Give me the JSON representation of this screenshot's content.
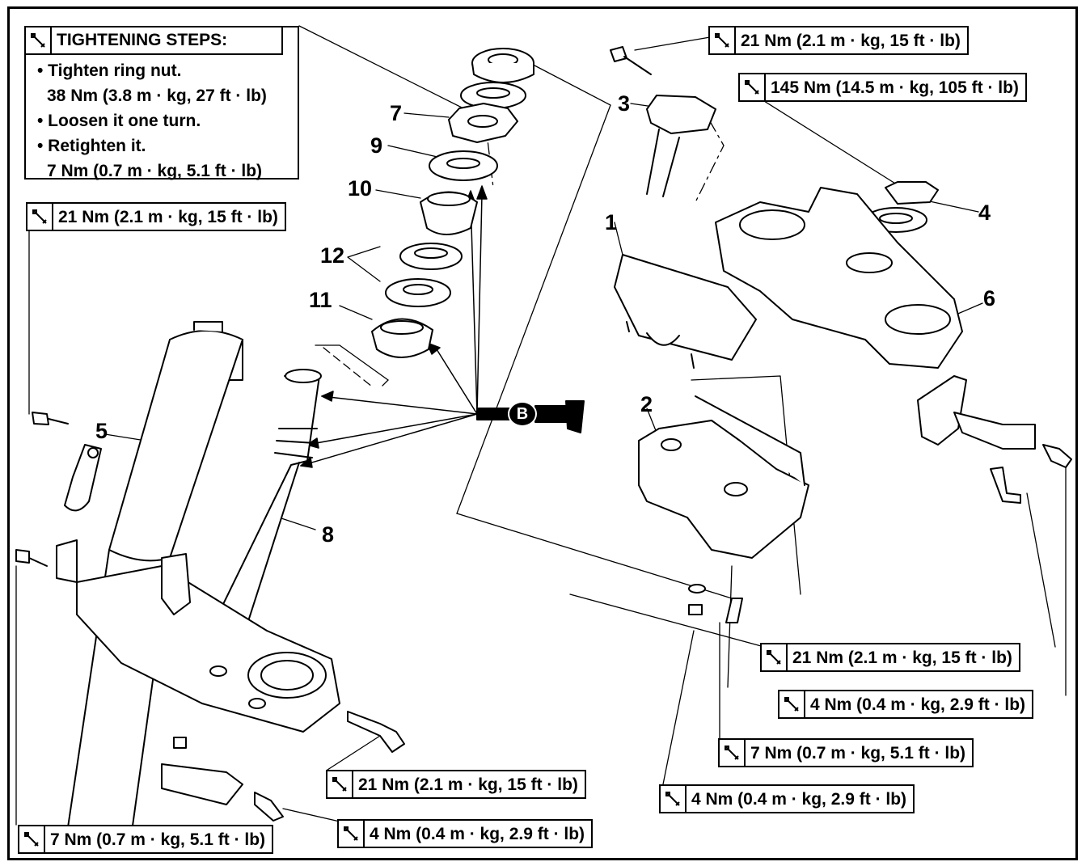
{
  "tightening_steps": {
    "header": "TIGHTENING STEPS:",
    "lines": [
      "• Tighten ring nut.",
      "38 Nm (3.8 m · kg, 27 ft · lb)",
      "• Loosen it one turn.",
      "• Retighten it.",
      "7 Nm (0.7 m · kg, 5.1 ft · lb)"
    ]
  },
  "torque_labels": [
    "21 Nm (2.1 m · kg, 15 ft · lb)",
    "145 Nm (14.5 m · kg, 105 ft · lb)",
    "21 Nm (2.1 m · kg, 15 ft · lb)",
    "21 Nm (2.1 m · kg, 15 ft · lb)",
    "4 Nm (0.4 m · kg, 2.9 ft · lb)",
    "7 Nm (0.7 m · kg, 5.1 ft · lb)",
    "4 Nm (0.4 m · kg, 2.9 ft · lb)",
    "21 Nm (2.1 m · kg, 15 ft · lb)",
    "4 Nm (0.4 m · kg, 2.9 ft · lb)",
    "7 Nm (0.7 m · kg, 5.1 ft · lb)"
  ],
  "part_numbers": [
    "1",
    "2",
    "3",
    "4",
    "5",
    "6",
    "7",
    "8",
    "9",
    "10",
    "11",
    "12"
  ],
  "grease_marker": "B",
  "icons": {
    "torque": "torque-wrench-icon",
    "grease": "grease-gun-icon"
  }
}
